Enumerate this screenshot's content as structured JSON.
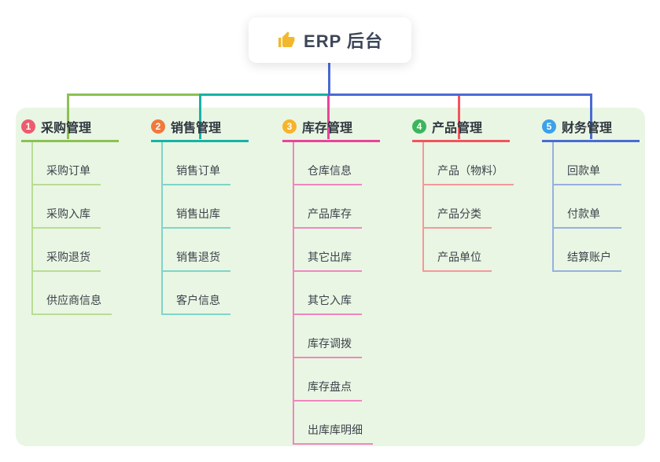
{
  "root": {
    "label": "ERP 后台",
    "icon": "thumbs-up"
  },
  "colors": {
    "trunk": "#4a6ad4",
    "panel_bg": "#e9f6e3",
    "root_text": "#3d4658",
    "thumb_icon": "#f2b82d"
  },
  "branches": [
    {
      "num": "1",
      "label": "采购管理",
      "colors": {
        "strong": "#8cc152",
        "light": "#b9dc94",
        "badge": "#ee5b6e"
      },
      "children": [
        "采购订单",
        "采购入库",
        "采购退货",
        "供应商信息"
      ]
    },
    {
      "num": "2",
      "label": "销售管理",
      "colors": {
        "strong": "#17b3a6",
        "light": "#7fd5c9",
        "badge": "#f0793b"
      },
      "children": [
        "销售订单",
        "销售出库",
        "销售退货",
        "客户信息"
      ]
    },
    {
      "num": "3",
      "label": "库存管理",
      "colors": {
        "strong": "#e8449c",
        "light": "#f186bf",
        "badge": "#f7b32b"
      },
      "children": [
        "仓库信息",
        "产品库存",
        "其它出库",
        "其它入库",
        "库存调拨",
        "库存盘点",
        "出库库明细"
      ]
    },
    {
      "num": "4",
      "label": "产品管理",
      "colors": {
        "strong": "#f2545f",
        "light": "#f6979b",
        "badge": "#3cb55e"
      },
      "children": [
        "产品（物料）",
        "产品分类",
        "产品单位"
      ]
    },
    {
      "num": "5",
      "label": "财务管理",
      "colors": {
        "strong": "#4a6ad4",
        "light": "#97b0e0",
        "badge": "#3ba1ea"
      },
      "children": [
        "回款单",
        "付款单",
        "结算账户"
      ]
    }
  ]
}
